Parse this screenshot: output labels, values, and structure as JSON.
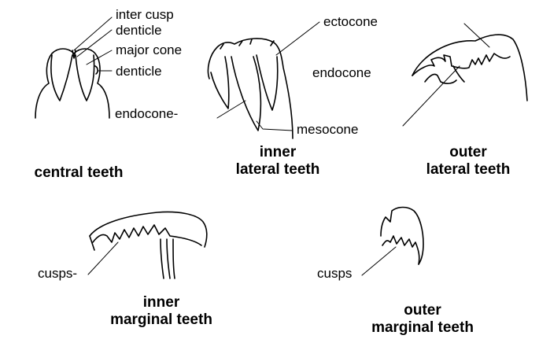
{
  "labels": {
    "inter_cusp": "inter cusp",
    "denticle_top": "denticle",
    "major_cone": "major cone",
    "denticle": "denticle",
    "ectocone": "ectocone",
    "endocone_right": "endocone",
    "endocone_left": "endocone-",
    "mesocone": "mesocone",
    "cusps_inner": "cusps-",
    "cusps_outer": "cusps"
  },
  "captions": {
    "central": "central teeth",
    "inner_lateral_1": "inner",
    "inner_lateral_2": "lateral teeth",
    "outer_lateral_1": "outer",
    "outer_lateral_2": "lateral teeth",
    "inner_marginal_1": "inner",
    "inner_marginal_2": "marginal teeth",
    "outer_marginal_1": "outer",
    "outer_marginal_2": "marginal teeth"
  }
}
